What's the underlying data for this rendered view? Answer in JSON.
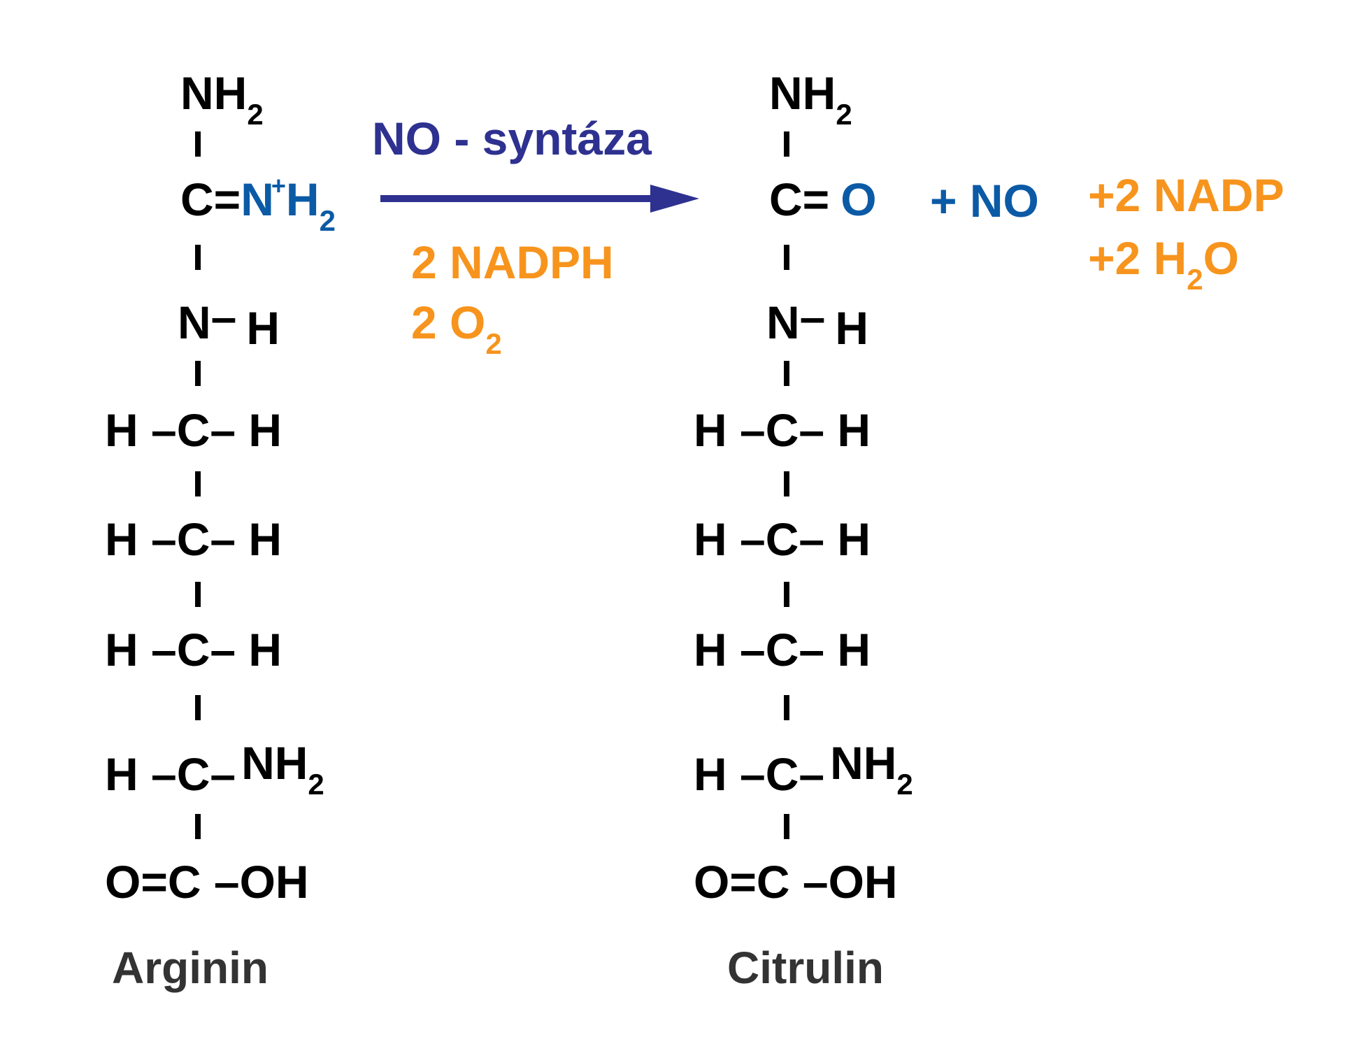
{
  "colors": {
    "black": "#000000",
    "blue": "#0b5aa6",
    "navy": "#2e3190",
    "orange": "#f7941d",
    "label": "#333333"
  },
  "reaction": {
    "enzyme": "NO - syntáza",
    "cofactor1": "2 NADPH",
    "cofactor2_main": "2 O",
    "cofactor2_sub": "2",
    "product_no": "+ NO",
    "byproduct1": "+2 NADP",
    "byproduct2_main": "+2 H",
    "byproduct2_sub": "2",
    "byproduct2_tail": "O"
  },
  "arginine": {
    "name": "Arginin",
    "top_nh": "NH",
    "top_sub": "2",
    "guan_c": "C=",
    "guan_n": "N",
    "guan_plus": "+",
    "guan_h": "H",
    "guan_sub": "2",
    "nh_n": "N",
    "nh_dash": "–",
    "nh_h": "H",
    "ch2_row": "H –C– H",
    "alpha_left": "H –C–",
    "alpha_nh": "NH",
    "alpha_sub": "2",
    "carboxyl": "O=C –OH"
  },
  "citrulline": {
    "name": "Citrulin",
    "top_nh": "NH",
    "top_sub": "2",
    "carbonyl_c": "C=",
    "carbonyl_o": "O",
    "nh_n": "N",
    "nh_dash": "–",
    "nh_h": "H",
    "ch2_row": "H –C– H",
    "alpha_left": "H –C–",
    "alpha_nh": "NH",
    "alpha_sub": "2",
    "carboxyl": "O=C –OH"
  }
}
